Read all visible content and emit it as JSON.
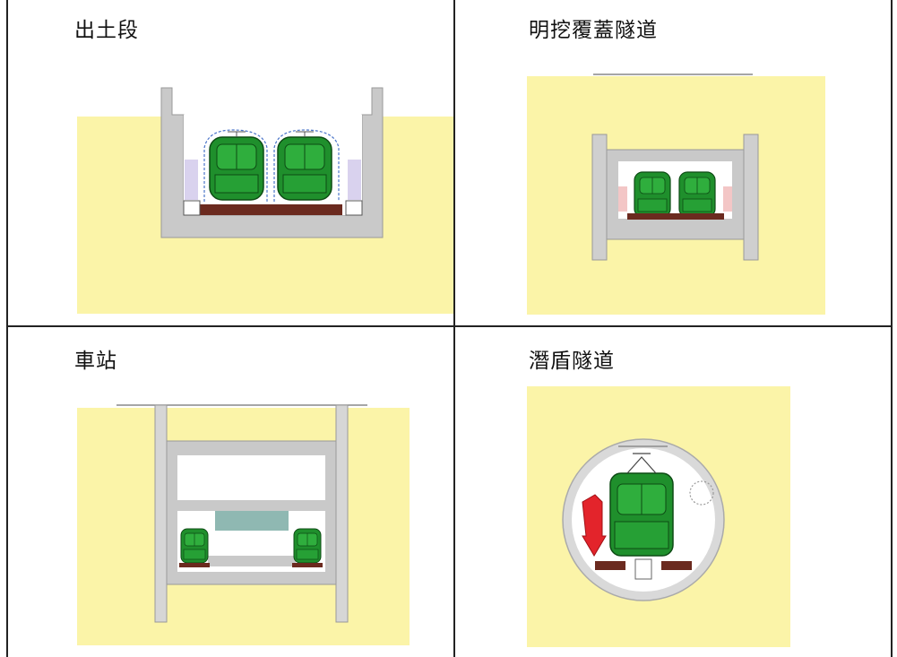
{
  "cells": {
    "top_left": {
      "label": "出土段"
    },
    "top_right": {
      "label": "明挖覆蓋隧道"
    },
    "bottom_left": {
      "label": "車站"
    },
    "bottom_right": {
      "label": "潛盾隧道"
    }
  },
  "colors": {
    "soil": "#fbf4a8",
    "concrete": "#c8c8c8",
    "train_green": "#1f8f2c",
    "track_brown": "#6b2a1f",
    "grid_line": "#222222"
  }
}
